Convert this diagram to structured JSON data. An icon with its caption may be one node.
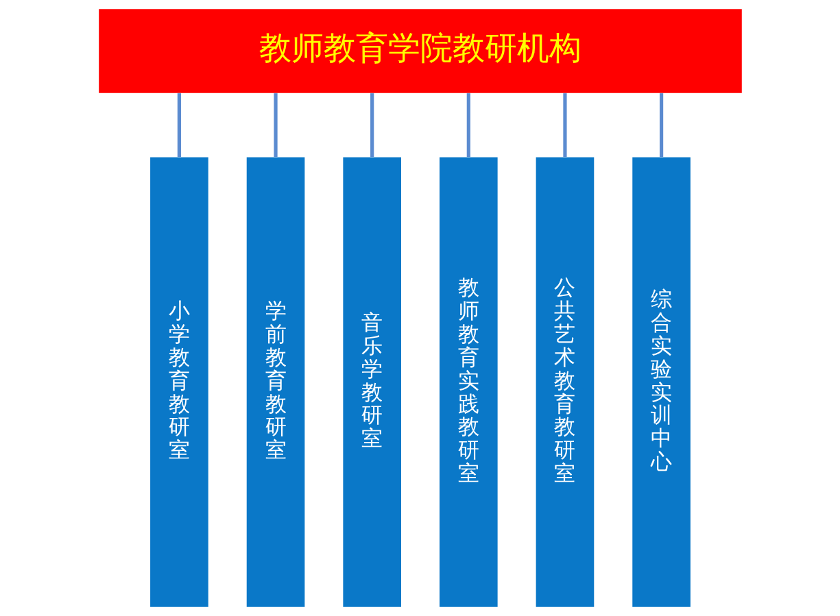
{
  "diagram": {
    "nodes": [
      {
        "text": [
          "教师教育学院教研机构"
        ]
      },
      {
        "text": [
          "小学教育教研室"
        ]
      },
      {
        "text": [
          "学前教育教研室"
        ]
      },
      {
        "text": [
          "音乐学教研室"
        ]
      },
      {
        "text": [
          "教师教育实践教研室"
        ]
      },
      {
        "text": [
          "公共艺术教育教研室"
        ]
      },
      {
        "text": [
          "综合实验实训中心"
        ]
      }
    ],
    "edges": [
      {
        "from": 0,
        "to": 1,
        "arrow": "none"
      },
      {
        "from": 0,
        "to": 2,
        "arrow": "none"
      },
      {
        "from": 0,
        "to": 3,
        "arrow": "none"
      },
      {
        "from": 0,
        "to": 4,
        "arrow": "none"
      },
      {
        "from": 0,
        "to": 5,
        "arrow": "none"
      },
      {
        "from": 0,
        "to": 6,
        "arrow": "none"
      }
    ]
  }
}
